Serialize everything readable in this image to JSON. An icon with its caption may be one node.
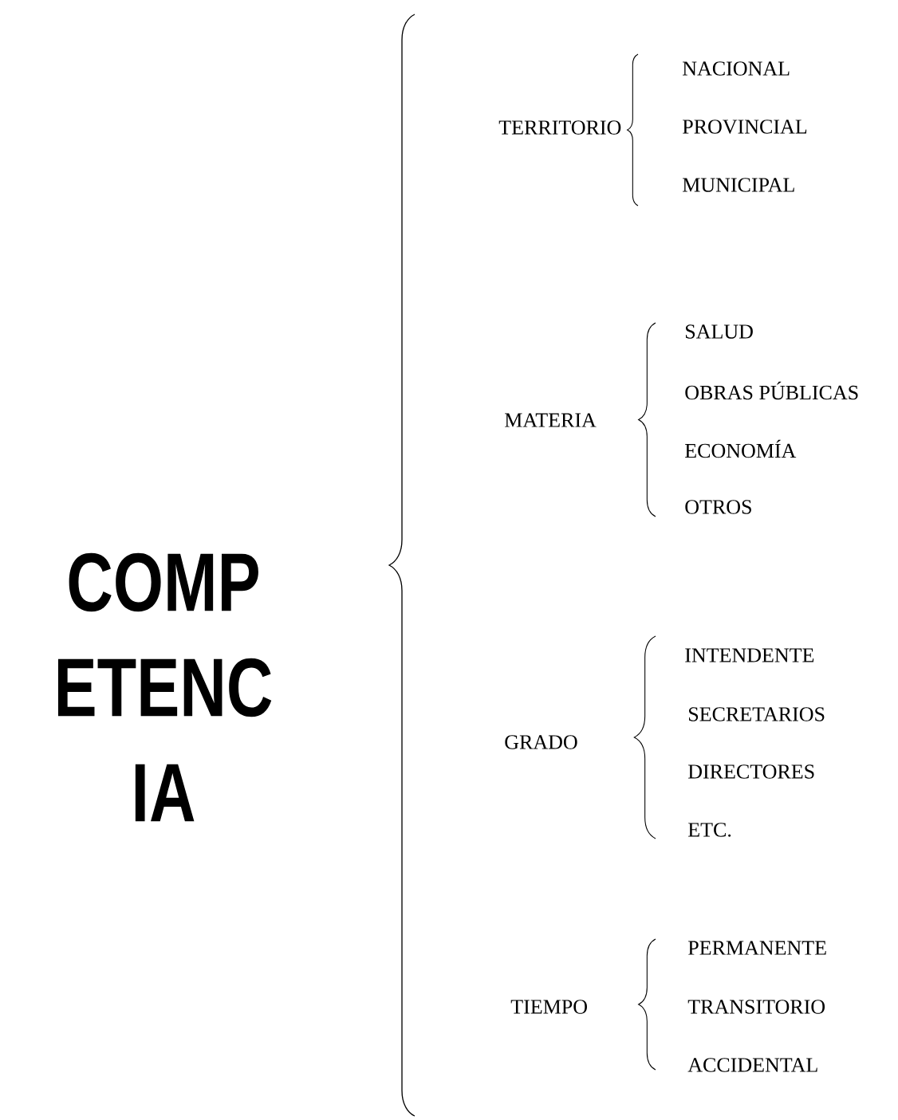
{
  "diagram": {
    "title": "COMP ETENC IA",
    "labels": [
      "TERRITORIO",
      "NACIONAL",
      "PROVINCIAL",
      "MUNICIPAL",
      "MATERIA",
      "SALUD",
      "OBRAS PÚBLICAS",
      "ECONOMÍA",
      "OTROS",
      "GRADO",
      "INTENDENTE",
      "SECRETARIOS",
      "DIRECTORES",
      "ETC.",
      "TIEMPO",
      "PERMANENTE",
      "TRANSITORIO",
      "ACCIDENTAL"
    ]
  }
}
